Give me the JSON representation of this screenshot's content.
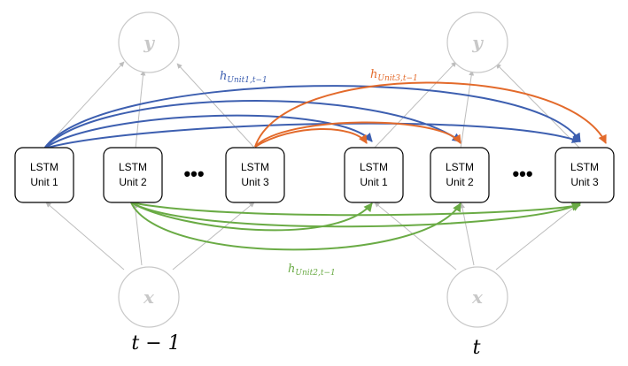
{
  "units": {
    "left_1": "LSTM\nUnit 1",
    "left_2": "LSTM\nUnit 2",
    "left_3": "LSTM\nUnit 3",
    "right_1": "LSTM\nUnit 1",
    "right_2": "LSTM\nUnit 2",
    "right_3": "LSTM\nUnit 3"
  },
  "unit_word": "LSTM",
  "unit_names": [
    "Unit 1",
    "Unit 2",
    "Unit 3",
    "Unit 1",
    "Unit 2",
    "Unit 3"
  ],
  "ellipsis": "•••",
  "output_label": "y",
  "input_label": "x",
  "time_labels": {
    "prev": "t − 1",
    "curr": "t"
  },
  "hidden_labels": {
    "unit1": {
      "main": "h",
      "sub": "Unit1,t−1",
      "color": "#3d5fb0"
    },
    "unit3": {
      "main": "h",
      "sub": "Unit3,t−1",
      "color": "#e36a2b"
    },
    "unit2": {
      "main": "h",
      "sub": "Unit2,t−1",
      "color": "#6aab45"
    }
  },
  "colors": {
    "blue": "#3d5fb0",
    "orange": "#e36a2b",
    "green": "#6aab45",
    "gray": "#bdbdbd",
    "circle": "#c8c8c8"
  }
}
